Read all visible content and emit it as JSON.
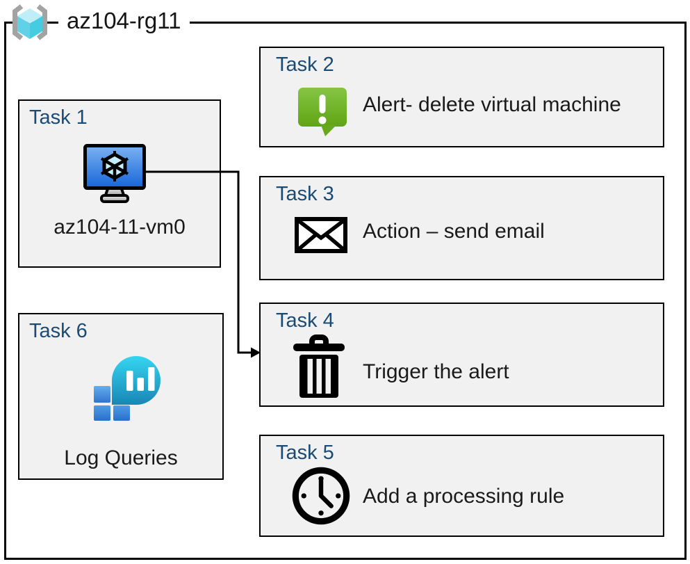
{
  "header": {
    "resource_group_name": "az104-rg11",
    "icon": "resource-group-icon"
  },
  "tasks": [
    {
      "label": "Task 1",
      "caption": "az104-11-vm0",
      "icon": "virtual-machine-icon"
    },
    {
      "label": "Task 2",
      "caption": "Alert- delete virtual machine",
      "icon": "alert-message-icon"
    },
    {
      "label": "Task 3",
      "caption": "Action – send email",
      "icon": "email-envelope-icon"
    },
    {
      "label": "Task 4",
      "caption": "Trigger the alert",
      "icon": "trash-delete-icon"
    },
    {
      "label": "Task 5",
      "caption": "Add a processing rule",
      "icon": "clock-icon"
    },
    {
      "label": "Task 6",
      "caption": "Log Queries",
      "icon": "log-queries-icon"
    }
  ],
  "connector": {
    "from_task": "Task 1",
    "to_task": "Task 4",
    "style": "elbow-arrow"
  },
  "colors": {
    "task_label_blue": "#1b4a73",
    "box_fill": "#f1f1f1",
    "box_border": "#000000",
    "alert_green": "#72b629",
    "vm_screen_blue": "#2a74e0",
    "rg_cube_cyan": "#4fcfe6",
    "bracket_gray": "#a3a3a3",
    "log_balloon_teal": "#1fb3d8",
    "log_square_blue": "#3b82d6"
  }
}
